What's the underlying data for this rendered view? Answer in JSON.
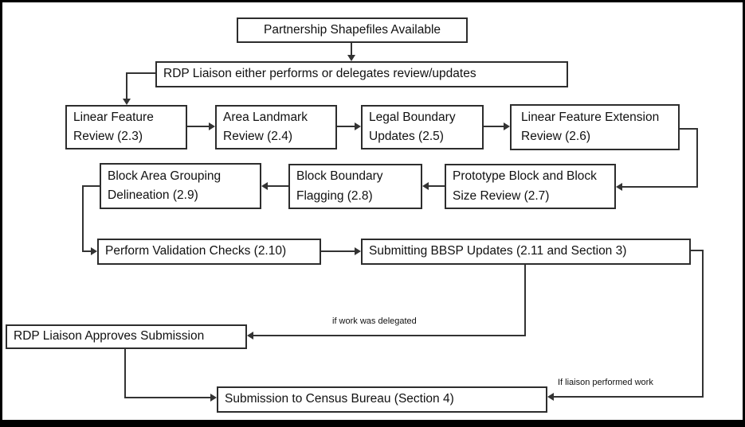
{
  "diagram": {
    "nodes": {
      "partnership_shapefiles": {
        "label": "Partnership Shapefiles Available"
      },
      "rdp_liaison_review": {
        "label": "RDP Liaison either performs or delegates review/updates"
      },
      "linear_feature_review": {
        "label": "Linear Feature Review (2.3)"
      },
      "area_landmark_review": {
        "label": "Area Landmark Review (2.4)"
      },
      "legal_boundary_updates": {
        "label": "Legal Boundary Updates (2.5)"
      },
      "linear_feature_extension_review": {
        "label": "Linear Feature Extension Review (2.6)"
      },
      "block_area_grouping": {
        "label": "Block Area Grouping Delineation (2.9)"
      },
      "block_boundary_flagging": {
        "label": "Block Boundary Flagging (2.8)"
      },
      "prototype_block_review": {
        "label": "Prototype Block and Block Size Review (2.7)"
      },
      "perform_validation_checks": {
        "label": "Perform Validation Checks (2.10)"
      },
      "submitting_bbsp_updates": {
        "label": "Submitting BBSP Updates (2.11 and Section 3)"
      },
      "rdp_liaison_approves": {
        "label": "RDP Liaison Approves Submission"
      },
      "submission_census_bureau": {
        "label": "Submission to Census Bureau (Section 4)"
      }
    },
    "edge_labels": {
      "delegated": "if work was delegated",
      "performed": "If liaison performed work"
    },
    "colors": {
      "line": "#333333",
      "box_border": "#2d2d2d",
      "background": "#ffffff",
      "frame": "#000000"
    }
  }
}
